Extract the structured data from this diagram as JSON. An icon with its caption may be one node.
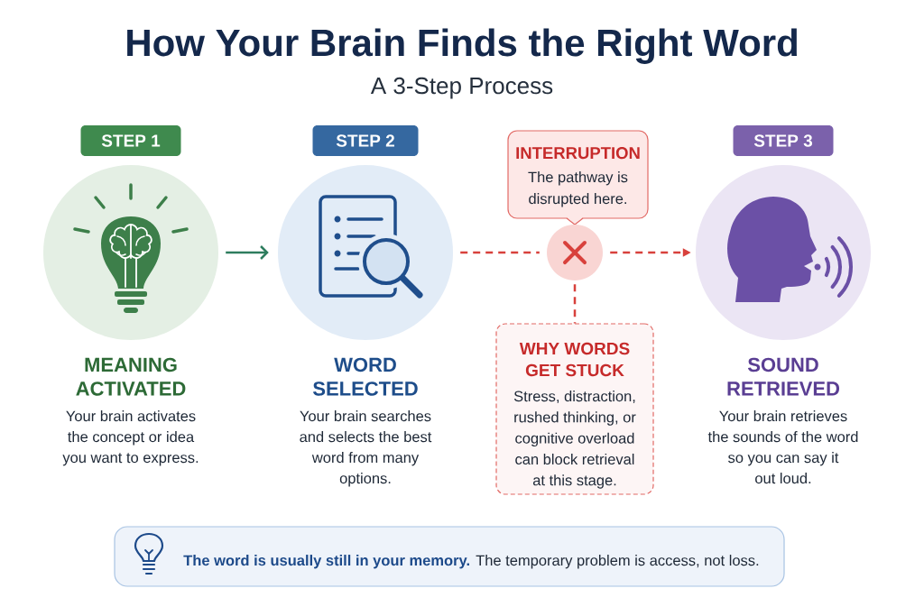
{
  "diagram": {
    "title": "How Your Brain Finds the Right Word",
    "nodes": [
      {
        "text": [
          "STEP 1"
        ]
      },
      {
        "text": [
          "MEANING ACTIVATED",
          "Your brain activates the concept or idea you want to express."
        ]
      },
      {
        "text": [
          "STEP 2"
        ]
      },
      {
        "text": [
          "WORD SELECTED",
          "Your brain searches and selects the best word from many options."
        ]
      },
      {
        "text": [
          "INTERRUPTION",
          "The pathway is disrupted here."
        ]
      },
      {
        "text": [],
        "shape": "circle"
      },
      {
        "text": [
          "WHY WORDS GET STUCK",
          "Stress, distraction, rushed thinking, or cognitive overload can block retrieval at this stage."
        ]
      },
      {
        "text": [
          "STEP 3"
        ]
      },
      {
        "text": [
          "SOUND RETRIEVED",
          "Your brain retrieves the sounds of the word so you can say it out loud."
        ]
      },
      {
        "text": [
          "**The word is usually still in your memory.** The temporary problem is access, not loss."
        ]
      }
    ],
    "edges": [
      {
        "from": 1,
        "to": 3,
        "arrow": "to",
        "color": "#2e7d5e"
      },
      {
        "from": 3,
        "to": 5,
        "arrow": "none",
        "style": "dashed"
      },
      {
        "from": 5,
        "to": 8,
        "arrow": "to",
        "style": "dashed"
      },
      {
        "from": 5,
        "to": 6,
        "arrow": "none",
        "style": "dashed"
      }
    ],
    "labels": [
      "A 3-Step Process"
    ]
  }
}
